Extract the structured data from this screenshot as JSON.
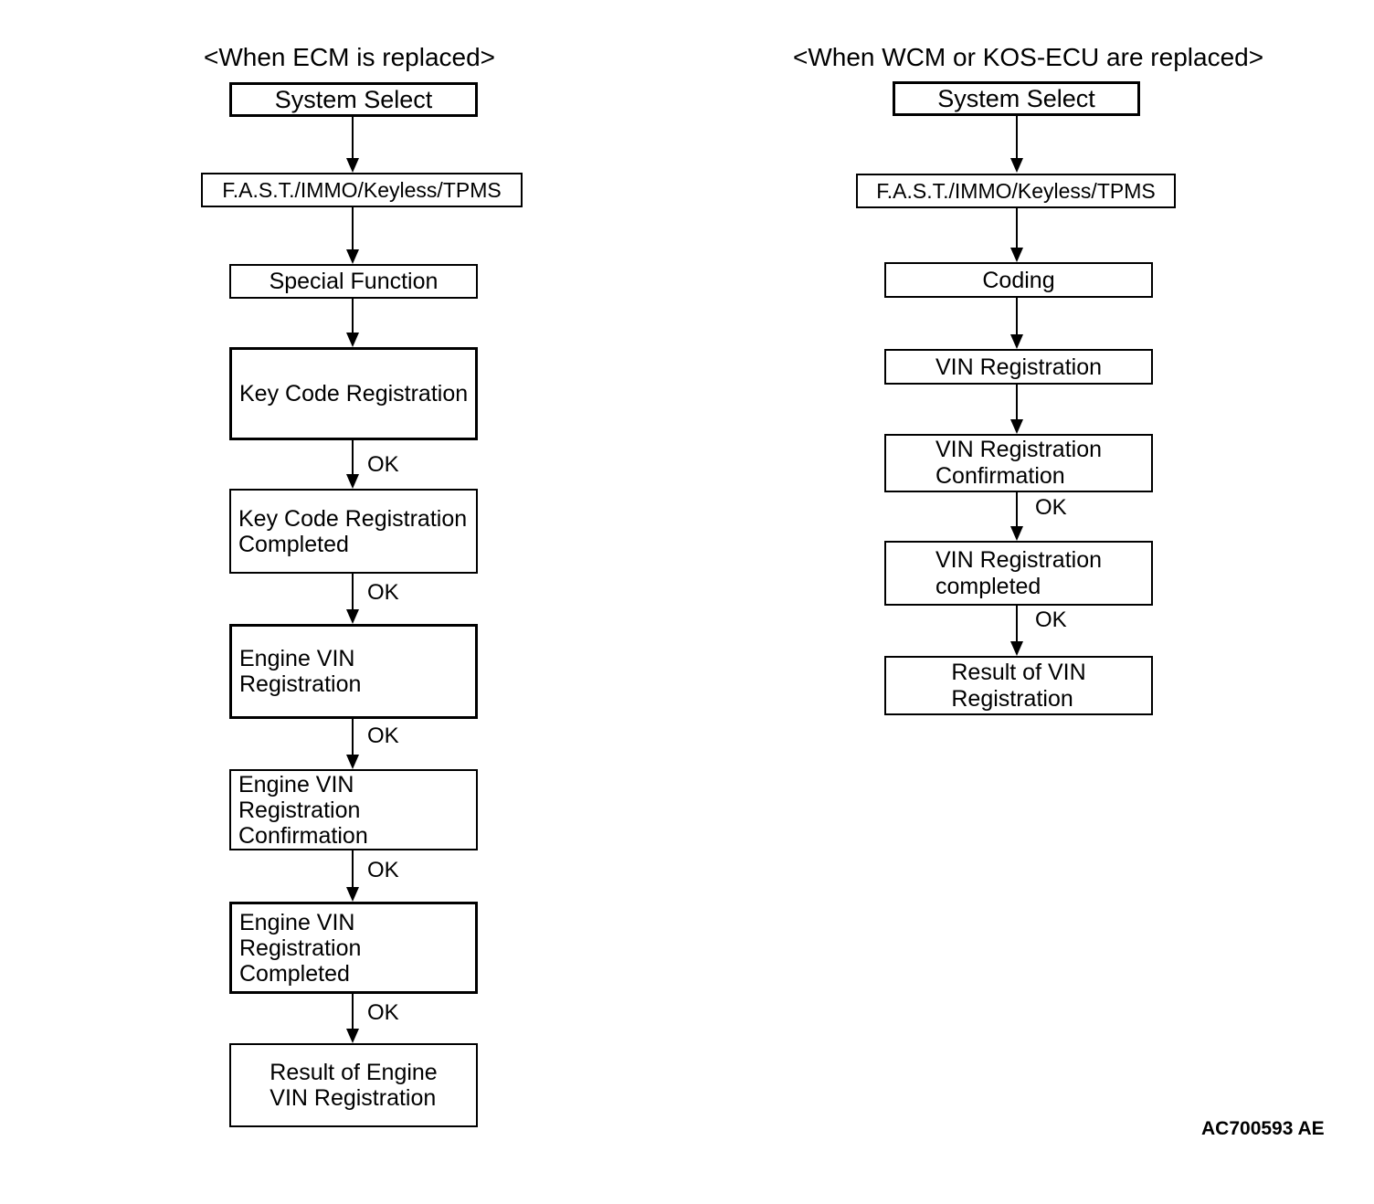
{
  "ok": "OK",
  "figure_code": "AC700593 AE",
  "left": {
    "title": "<When ECM is replaced>",
    "nodes": [
      {
        "label": "System Select"
      },
      {
        "label": "F.A.S.T./IMMO/Keyless/TPMS"
      },
      {
        "label": "Special Function"
      },
      {
        "label": "Key Code Registration"
      },
      {
        "label": "Key Code Registration\nCompleted"
      },
      {
        "label": "Engine VIN Registration"
      },
      {
        "label": "Engine VIN Registration\nConfirmation"
      },
      {
        "label": "Engine VIN Registration\nCompleted"
      },
      {
        "label": "Result of Engine\nVIN Registration"
      }
    ]
  },
  "right": {
    "title": "<When WCM or KOS-ECU are replaced>",
    "nodes": [
      {
        "label": "System Select"
      },
      {
        "label": "F.A.S.T./IMMO/Keyless/TPMS"
      },
      {
        "label": "Coding"
      },
      {
        "label": "VIN Registration"
      },
      {
        "label": "VIN Registration\nConfirmation"
      },
      {
        "label": "VIN Registration\ncompleted"
      },
      {
        "label": "Result of VIN\nRegistration"
      }
    ]
  }
}
